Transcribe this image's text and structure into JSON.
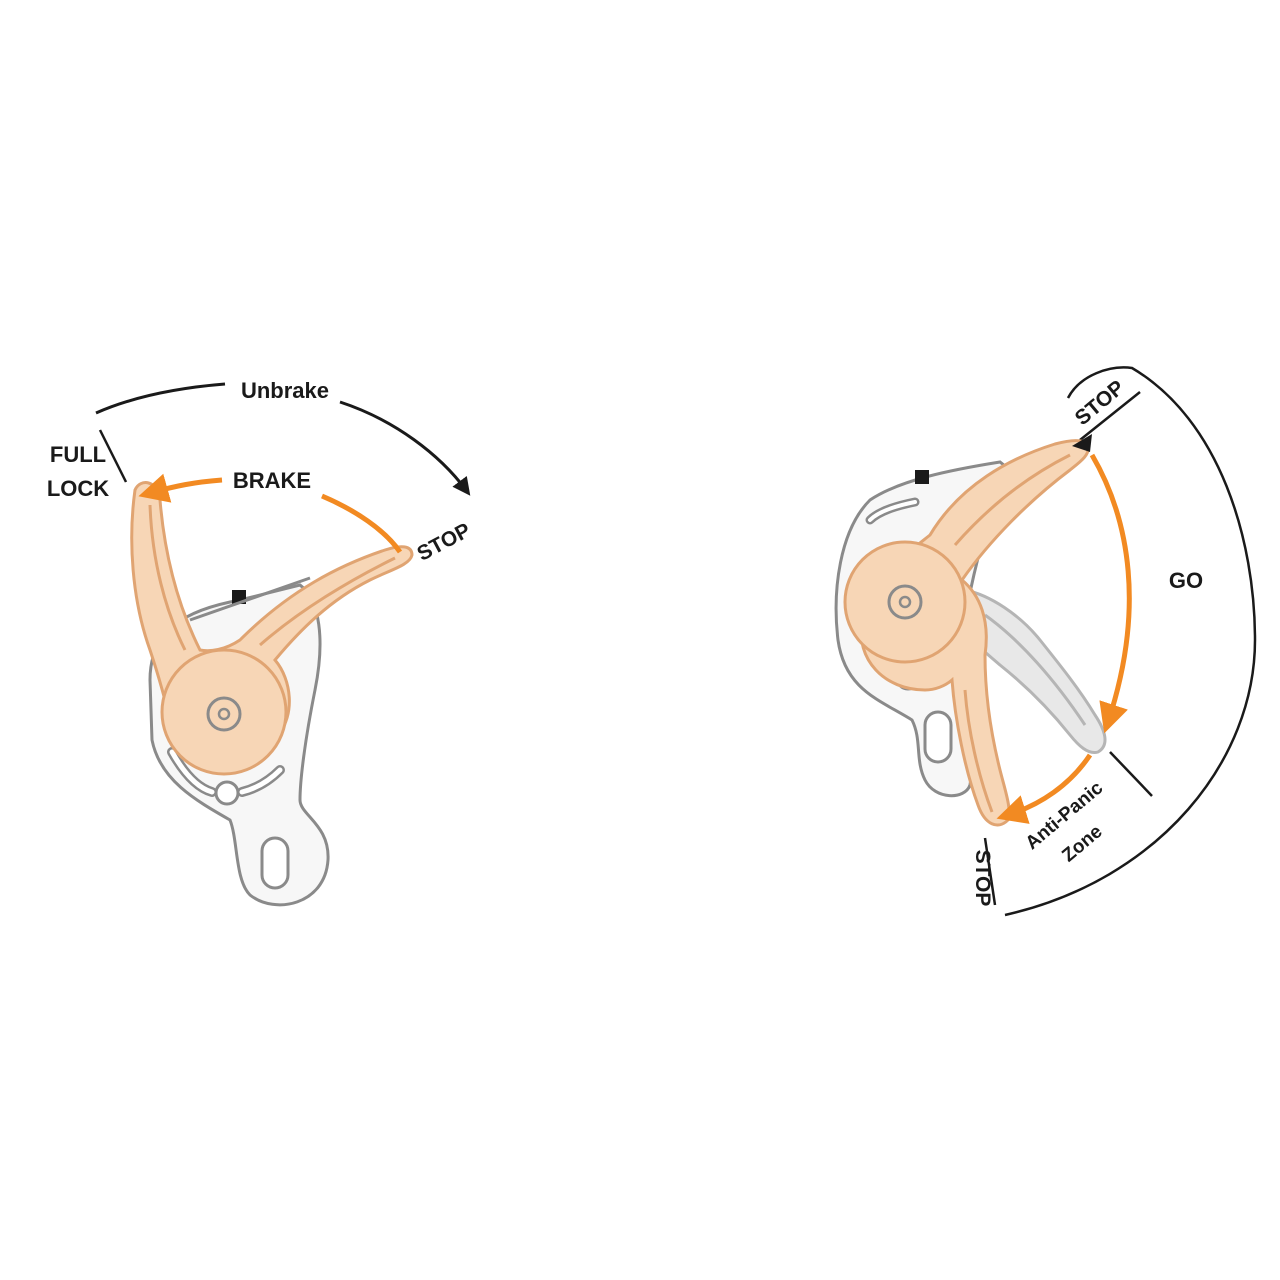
{
  "colors": {
    "background": "#ffffff",
    "accent_orange": "#f28a22",
    "handle_fill": "#f7d6b6",
    "handle_stroke": "#e0a472",
    "body_outline": "#8a8a8a",
    "body_fill": "#f7f7f7",
    "ink": "#1a1a1a",
    "ghost_fill": "#e8e8e8"
  },
  "left_device": {
    "labels": {
      "unbrake": "Unbrake",
      "full": "FULL",
      "lock": "LOCK",
      "brake": "BRAKE",
      "stop": "STOP"
    }
  },
  "right_device": {
    "labels": {
      "stop_top": "STOP",
      "go": "GO",
      "anti": "Anti-Panic",
      "zone": "Zone",
      "stop_bottom": "STOP"
    }
  }
}
